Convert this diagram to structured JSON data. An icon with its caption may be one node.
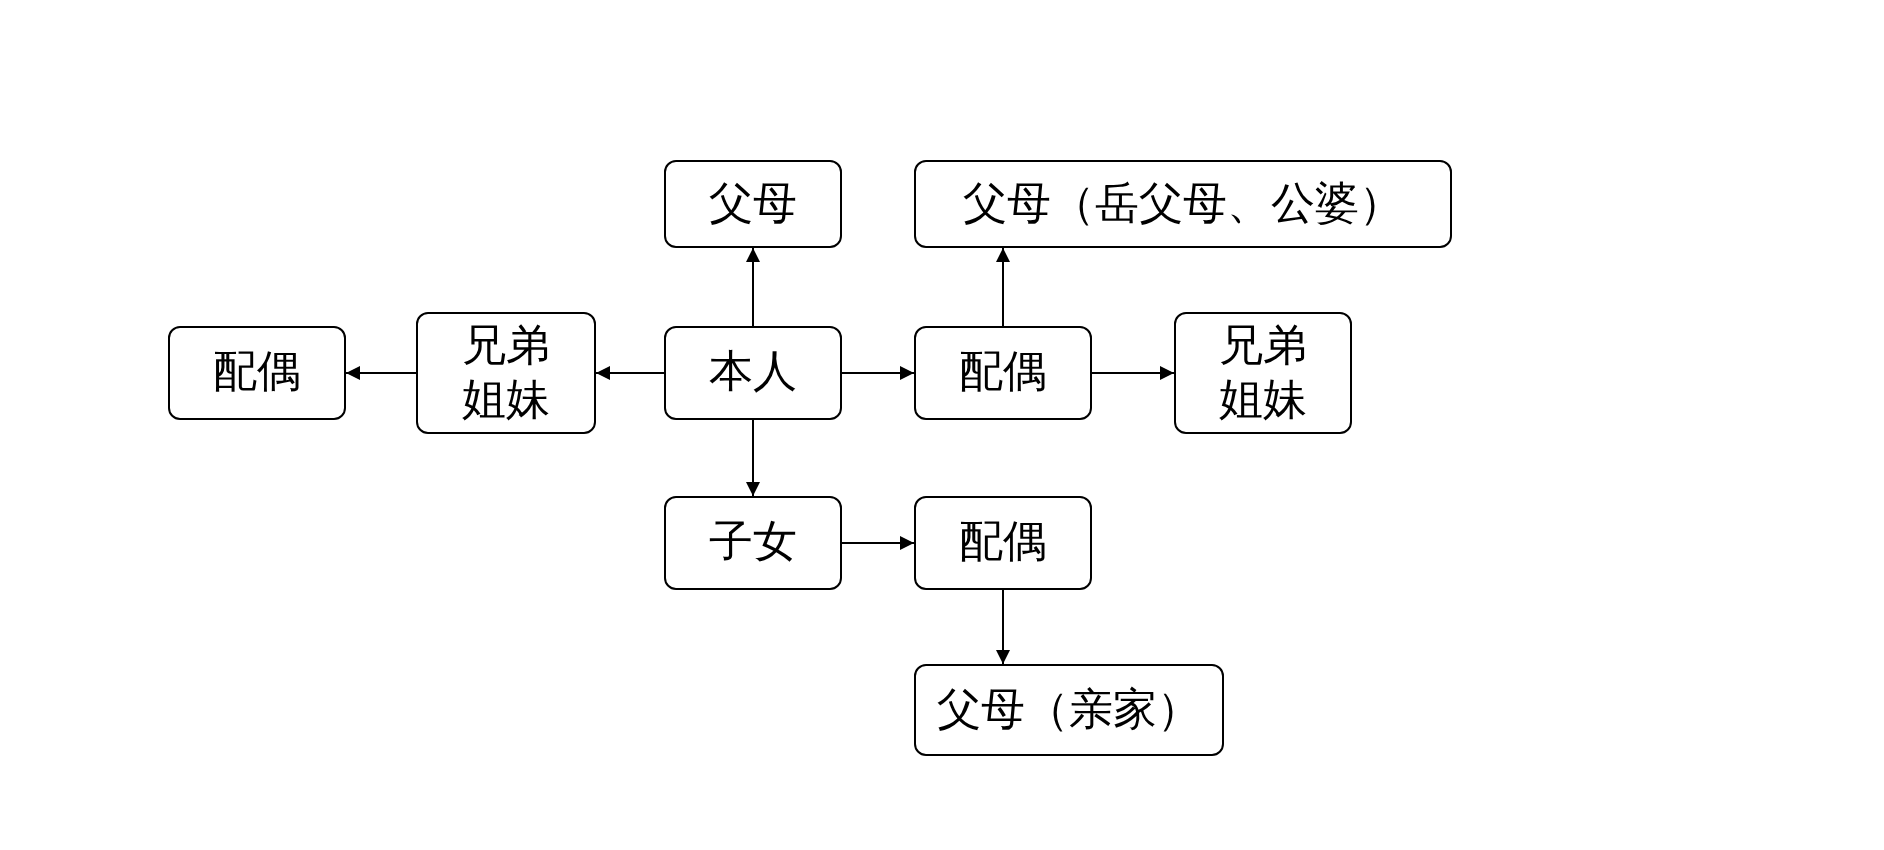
{
  "diagram": {
    "nodes": [
      {
        "text": [
          "父母"
        ]
      },
      {
        "text": [
          "父母（岳父母、公婆）"
        ]
      },
      {
        "text": [
          "配偶"
        ]
      },
      {
        "text": [
          "兄弟姐妹"
        ]
      },
      {
        "text": [
          "本人"
        ]
      },
      {
        "text": [
          "配偶"
        ]
      },
      {
        "text": [
          "兄弟姐妹"
        ]
      },
      {
        "text": [
          "子女"
        ]
      },
      {
        "text": [
          "配偶"
        ]
      },
      {
        "text": [
          "父母（亲家）"
        ]
      }
    ],
    "edges": [
      {
        "from": 4,
        "to": 0,
        "arrow": "to"
      },
      {
        "from": 4,
        "to": 3,
        "arrow": "to"
      },
      {
        "from": 3,
        "to": 2,
        "arrow": "to"
      },
      {
        "from": 4,
        "to": 5,
        "arrow": "to"
      },
      {
        "from": 5,
        "to": 1,
        "arrow": "to"
      },
      {
        "from": 5,
        "to": 6,
        "arrow": "to"
      },
      {
        "from": 4,
        "to": 7,
        "arrow": "to"
      },
      {
        "from": 7,
        "to": 8,
        "arrow": "to"
      },
      {
        "from": 8,
        "to": 9,
        "arrow": "to"
      }
    ]
  }
}
